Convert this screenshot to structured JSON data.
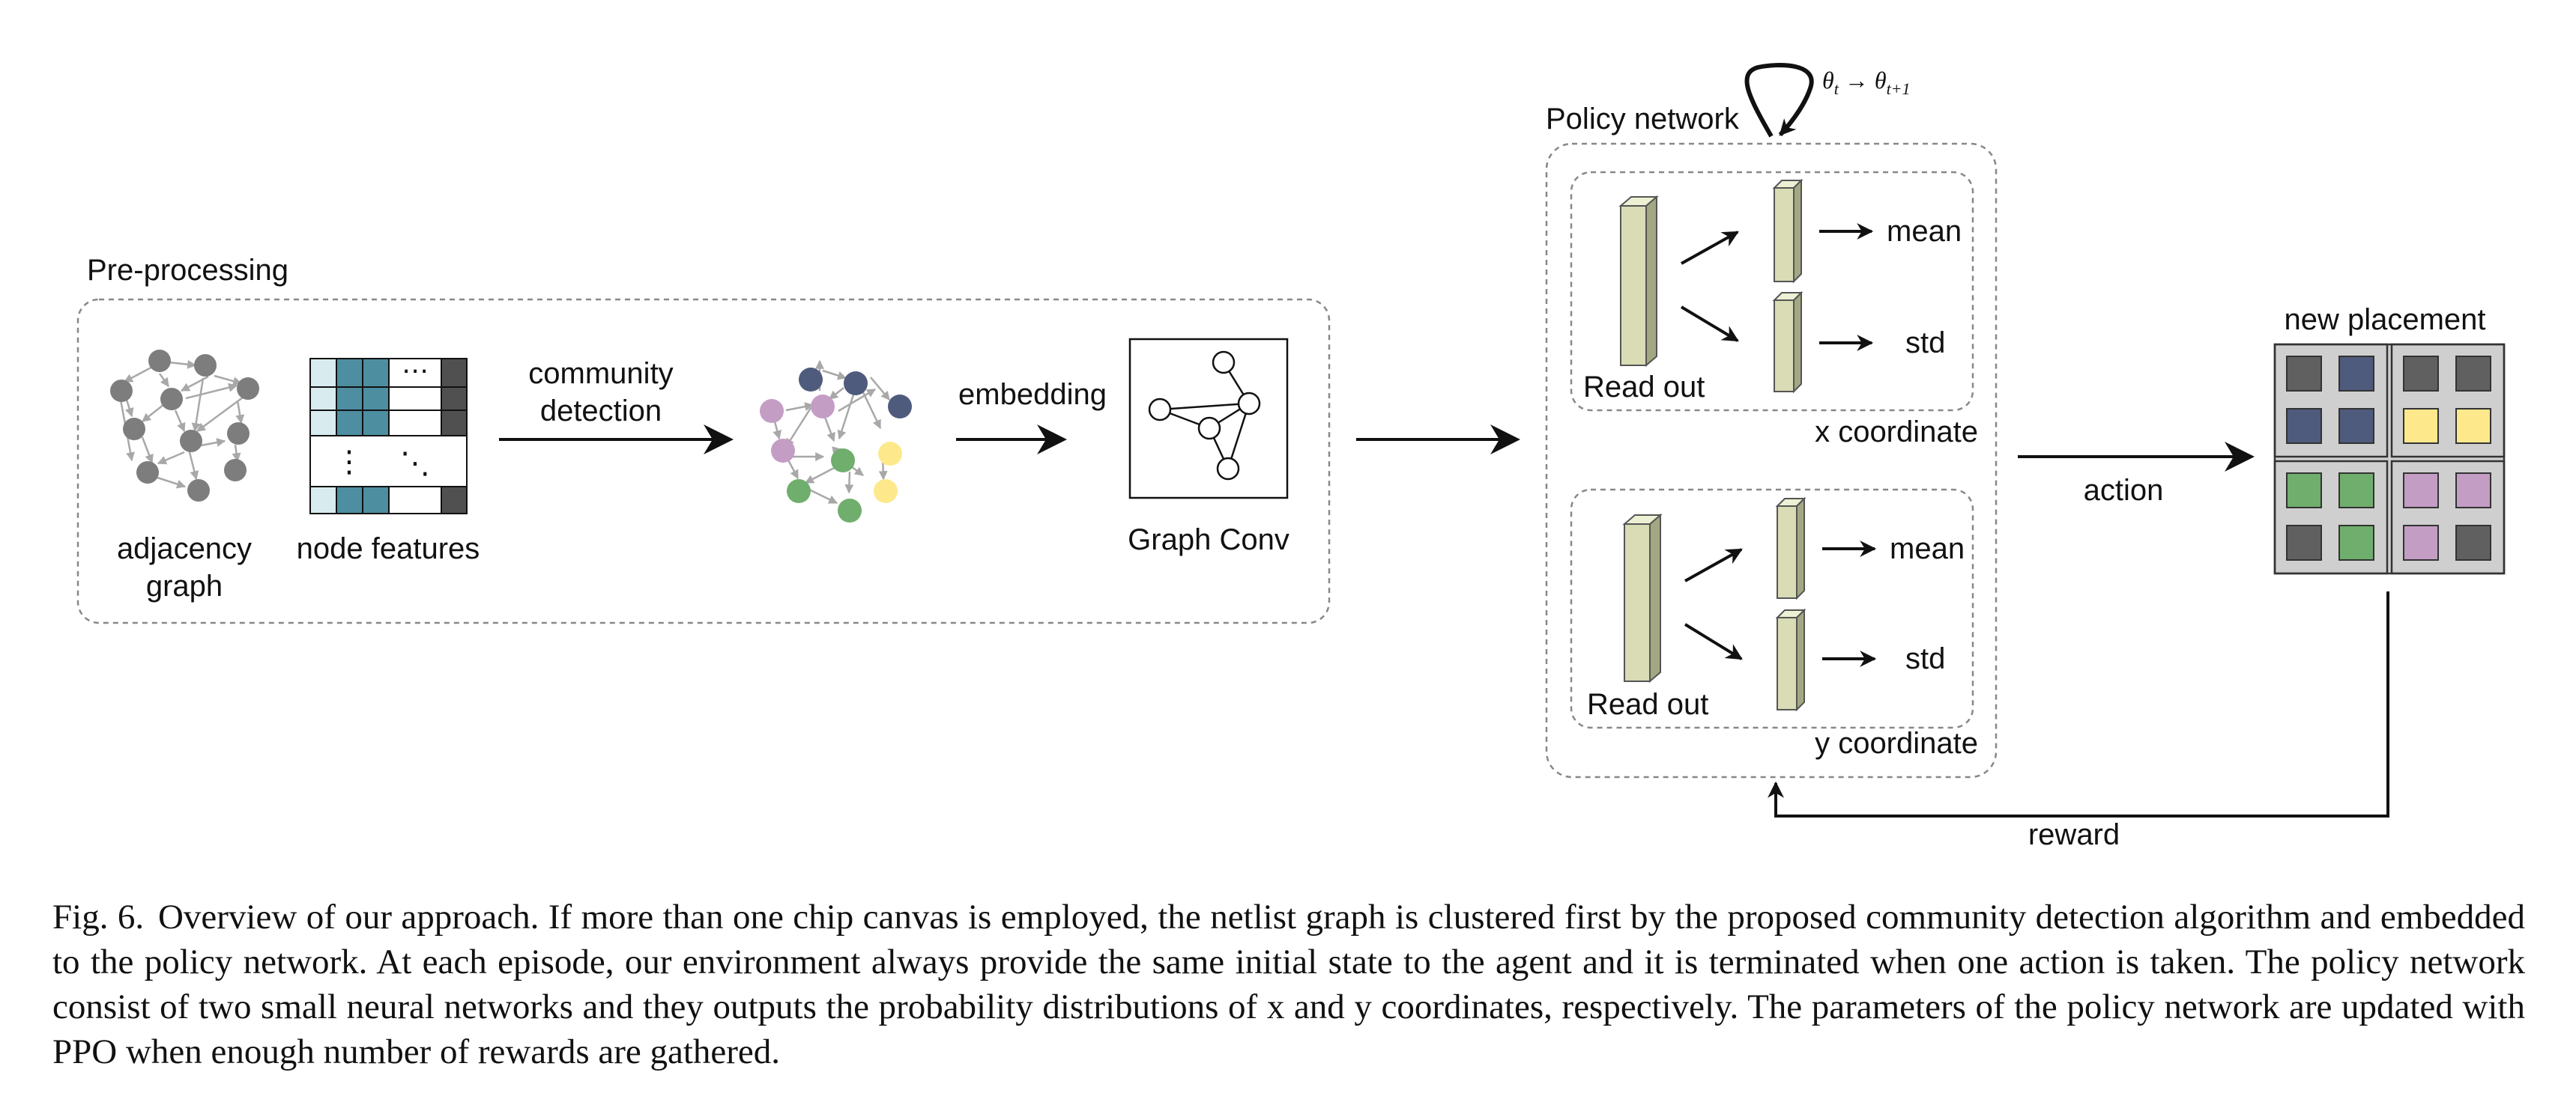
{
  "preprocessing": {
    "title": "Pre-processing",
    "adjacency_label_line1": "adjacency",
    "adjacency_label_line2": "graph",
    "features_label": "node features",
    "features_ellipsis_row": "⋯",
    "features_vdots": "⋮",
    "features_ddots": "⋱",
    "community_line1": "community",
    "community_line2": "detection",
    "embedding": "embedding",
    "graph_conv": "Graph Conv"
  },
  "policy": {
    "title": "Policy network",
    "theta_update": "θt → θt+1",
    "x_panel": {
      "readout": "Read out",
      "mean": "mean",
      "std": "std",
      "coord": "x coordinate"
    },
    "y_panel": {
      "readout": "Read out",
      "mean": "mean",
      "std": "std",
      "coord": "y coordinate"
    }
  },
  "placement": {
    "title": "new placement",
    "cell_colors": [
      [
        "#606060",
        "#4f5b7c",
        "#606060",
        "#606060"
      ],
      [
        "#4f5b7c",
        "#4f5b7c",
        "#fde98c",
        "#fde98c"
      ],
      [
        "#6fae6c",
        "#6fae6c",
        "#c49dc4",
        "#c49dc4"
      ],
      [
        "#606060",
        "#6fae6c",
        "#c49dc4",
        "#606060"
      ]
    ]
  },
  "action": "action",
  "reward": "reward",
  "colors": {
    "node_gray": "#7d7d7d",
    "teal": "#4d8ea1",
    "light_teal": "#d8ecef",
    "dark_col": "#505050",
    "layer_fill": "#d9dcb4",
    "layer_side": "#a3a883",
    "community_blue": "#4f5b7c",
    "community_purple": "#c49dc4",
    "community_green": "#6fae6c",
    "community_yellow": "#fde98c"
  },
  "caption": {
    "label": "Fig. 6.",
    "text": "Overview of our approach. If more than one chip canvas is employed, the netlist graph is clustered first by the proposed community detection algorithm and embedded to the policy network. At each episode, our environment always provide the same initial state to the agent and it is terminated when one action is taken. The policy network consist of two small neural networks and they outputs the probability distributions of x and y coordinates, respectively. The parameters of the policy network are updated with PPO when enough number of rewards are gathered."
  }
}
